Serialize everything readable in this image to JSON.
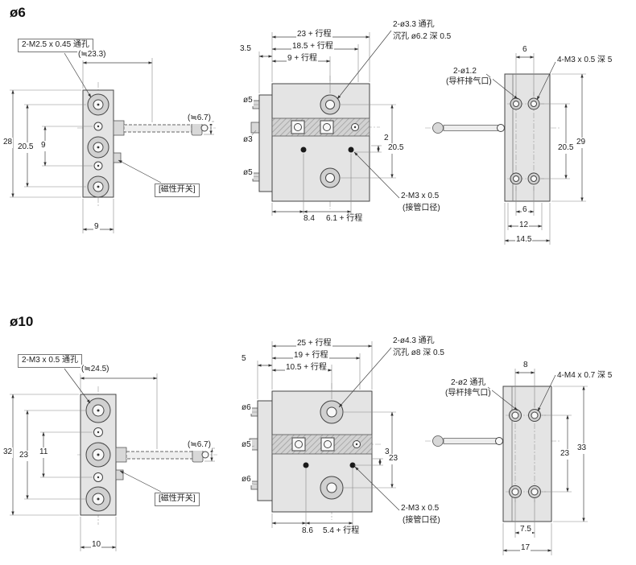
{
  "s6": {
    "title": "ø6",
    "left": {
      "hole_label": "2-M2.5 x 0.45 通孔",
      "approx_top": "(≒23.3)",
      "h28": "28",
      "h205": "20.5",
      "h9": "9",
      "w9": "9",
      "rod_approx": "(≒6.7)",
      "switch": "[磁性开关]"
    },
    "mid": {
      "t1": "23 + 行程",
      "t2": "18.5 + 行程",
      "t3": "9 + 行程",
      "t4": "3.5",
      "l1": "ø5",
      "l2": "ø3",
      "l3": "ø5",
      "r1": "2",
      "r2": "20.5",
      "b1": "8.4",
      "b2": "6.1 + 行程",
      "hole1": "2-ø3.3 通孔",
      "hole2": "沉孔 ø6.2 深 0.5",
      "port1": "2-M3 x 0.5",
      "port2": "(接管口径)"
    },
    "right": {
      "t1": "6",
      "thread": "4-M3 x 0.5 深 5",
      "vent1": "2-ø1.2",
      "vent2": "(导杆排气口)",
      "r1": "20.5",
      "r2": "29",
      "b1": "6",
      "b2": "12",
      "b3": "14.5"
    }
  },
  "s10": {
    "title": "ø10",
    "left": {
      "hole_label": "2-M3 x 0.5 通孔",
      "approx_top": "(≒24.5)",
      "h32": "32",
      "h23": "23",
      "h11": "11",
      "w10": "10",
      "rod_approx": "(≒6.7)",
      "switch": "[磁性开关]"
    },
    "mid": {
      "t1": "25 + 行程",
      "t2": "19 + 行程",
      "t3": "10.5 + 行程",
      "t4": "5",
      "l1": "ø6",
      "l2": "ø5",
      "l3": "ø6",
      "r1": "3",
      "r2": "23",
      "b1": "8.6",
      "b2": "5.4 + 行程",
      "hole1": "2-ø4.3 通孔",
      "hole2": "沉孔 ø8 深 0.5",
      "port1": "2-M3 x 0.5",
      "port2": "(接管口径)"
    },
    "right": {
      "t1": "8",
      "thread": "4-M4 x 0.7 深 5",
      "vent1": "2-ø2 通孔",
      "vent2": "(导杆排气口)",
      "r1": "23",
      "r2": "33",
      "b1": "7.5",
      "b2": "17"
    }
  }
}
